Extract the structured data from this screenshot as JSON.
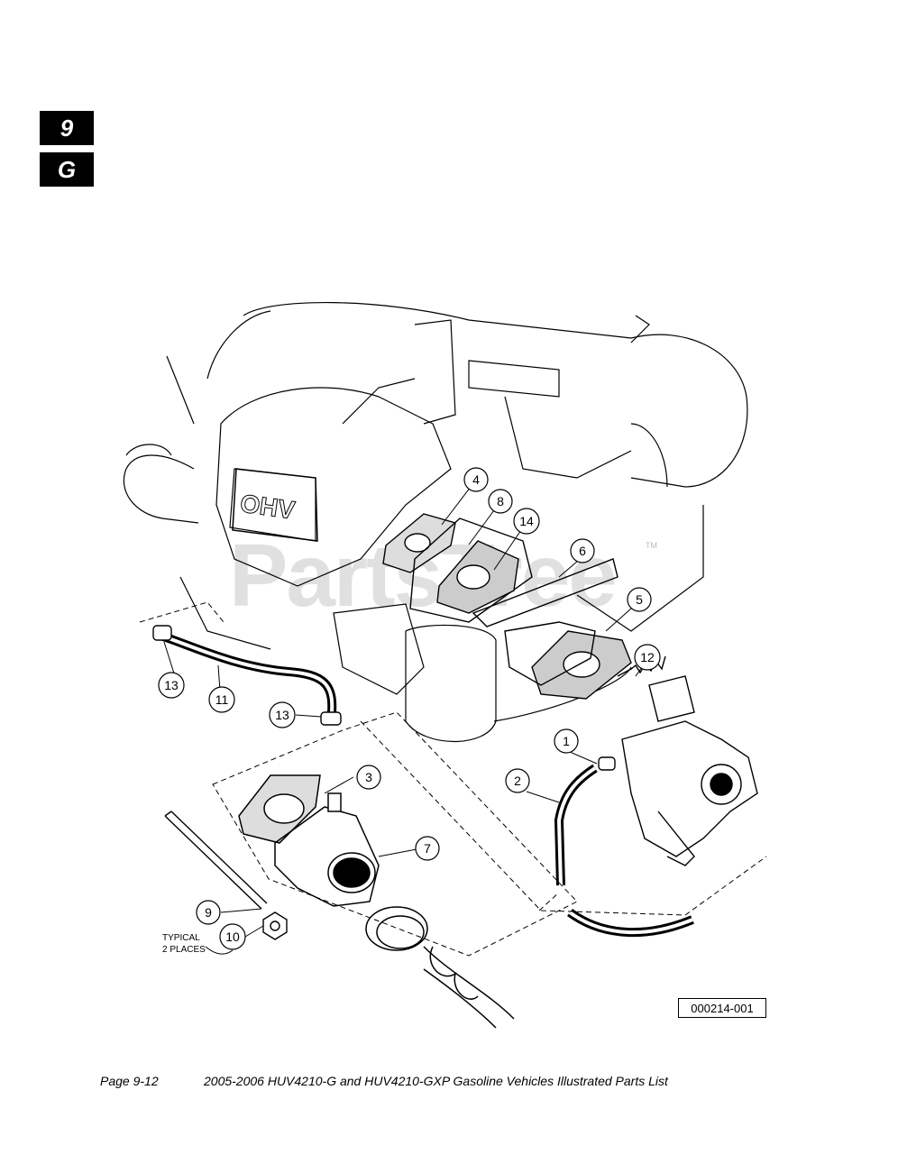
{
  "tabs": {
    "section": "9",
    "subsection": "G"
  },
  "watermark": "PartsTree",
  "watermark_tm": "TM",
  "callouts": {
    "c1": "1",
    "c2": "2",
    "c3": "3",
    "c4": "4",
    "c5": "5",
    "c6": "6",
    "c7": "7",
    "c8": "8",
    "c9": "9",
    "c10": "10",
    "c11": "11",
    "c12": "12",
    "c13a": "13",
    "c13b": "13",
    "c14": "14"
  },
  "notes": {
    "typical_line1": "TYPICAL",
    "typical_line2": "2 PLACES"
  },
  "drawing_id": "000214-001",
  "engine_label": "OHV",
  "footer": {
    "page": "Page 9-12",
    "title": "2005-2006 HUV4210-G and HUV4210-GXP Gasoline Vehicles Illustrated Parts List"
  }
}
